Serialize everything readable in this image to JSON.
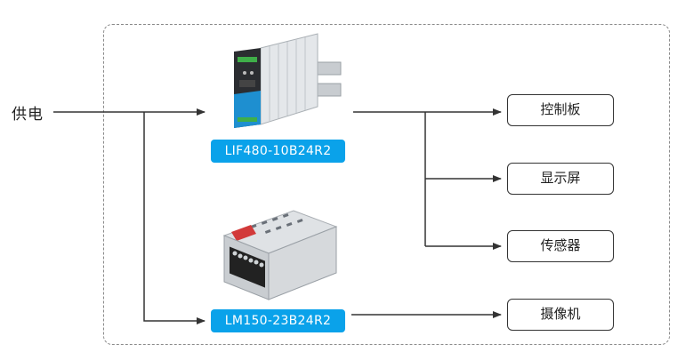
{
  "supply": {
    "label": "供电"
  },
  "products": [
    {
      "model": "LIF480-10B24R2",
      "image": "din-rail-power-supply"
    },
    {
      "model": "LM150-23B24R2",
      "image": "enclosed-power-supply"
    }
  ],
  "loads": [
    {
      "label": "控制板"
    },
    {
      "label": "显示屏"
    },
    {
      "label": "传感器"
    },
    {
      "label": "摄像机"
    }
  ],
  "colors": {
    "badge": "#0aa2ea",
    "line": "#333333",
    "frame": "#8a8a8a"
  }
}
